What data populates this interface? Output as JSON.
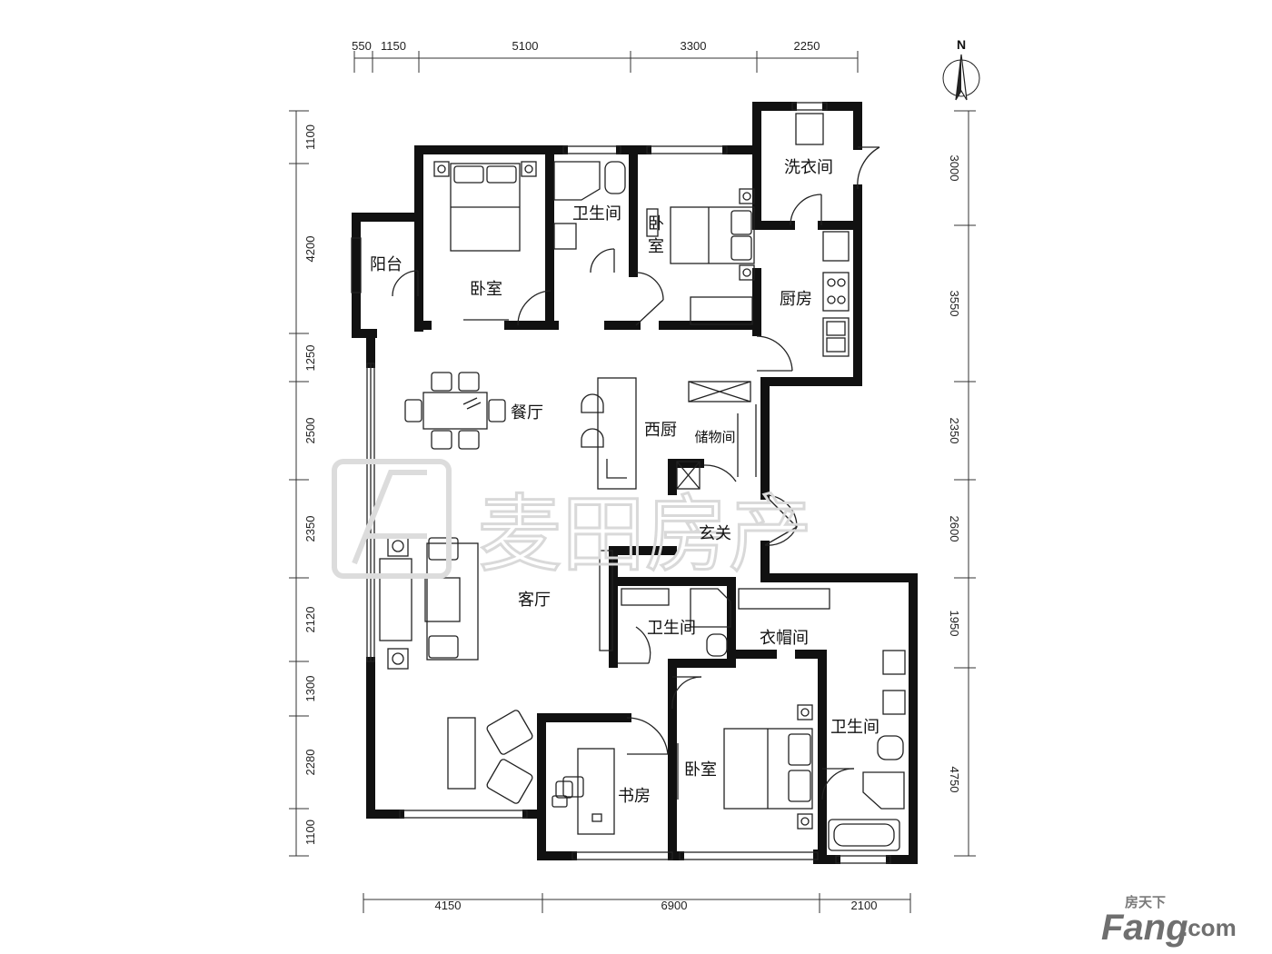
{
  "compass": {
    "north_label": "N"
  },
  "dimensions": {
    "top": [
      "550",
      "1150",
      "5100",
      "3300",
      "2250"
    ],
    "bottom": [
      "4150",
      "6900",
      "2100"
    ],
    "left": [
      "1100",
      "4200",
      "1250",
      "2500",
      "2350",
      "2120",
      "1300",
      "2280",
      "1100"
    ],
    "right": [
      "3000",
      "3550",
      "2350",
      "2600",
      "1950",
      "4750"
    ]
  },
  "rooms": {
    "balcony": "阳台",
    "master_bedroom": "卧室",
    "bath_north": "卫生间",
    "bedroom_ne_1": "卧",
    "bedroom_ne_2": "室",
    "laundry": "洗衣间",
    "kitchen": "厨房",
    "dining": "餐厅",
    "western_kitchen": "西厨",
    "storage": "储物间",
    "foyer": "玄关",
    "living": "客厅",
    "bath_center": "卫生间",
    "cloakroom": "衣帽间",
    "bath_se": "卫生间",
    "study": "书房",
    "bedroom_south": "卧室"
  },
  "watermark": {
    "text": "麦田房产"
  },
  "logo": {
    "cn": "房天下",
    "en": "Fang",
    "suffix": ".com"
  }
}
